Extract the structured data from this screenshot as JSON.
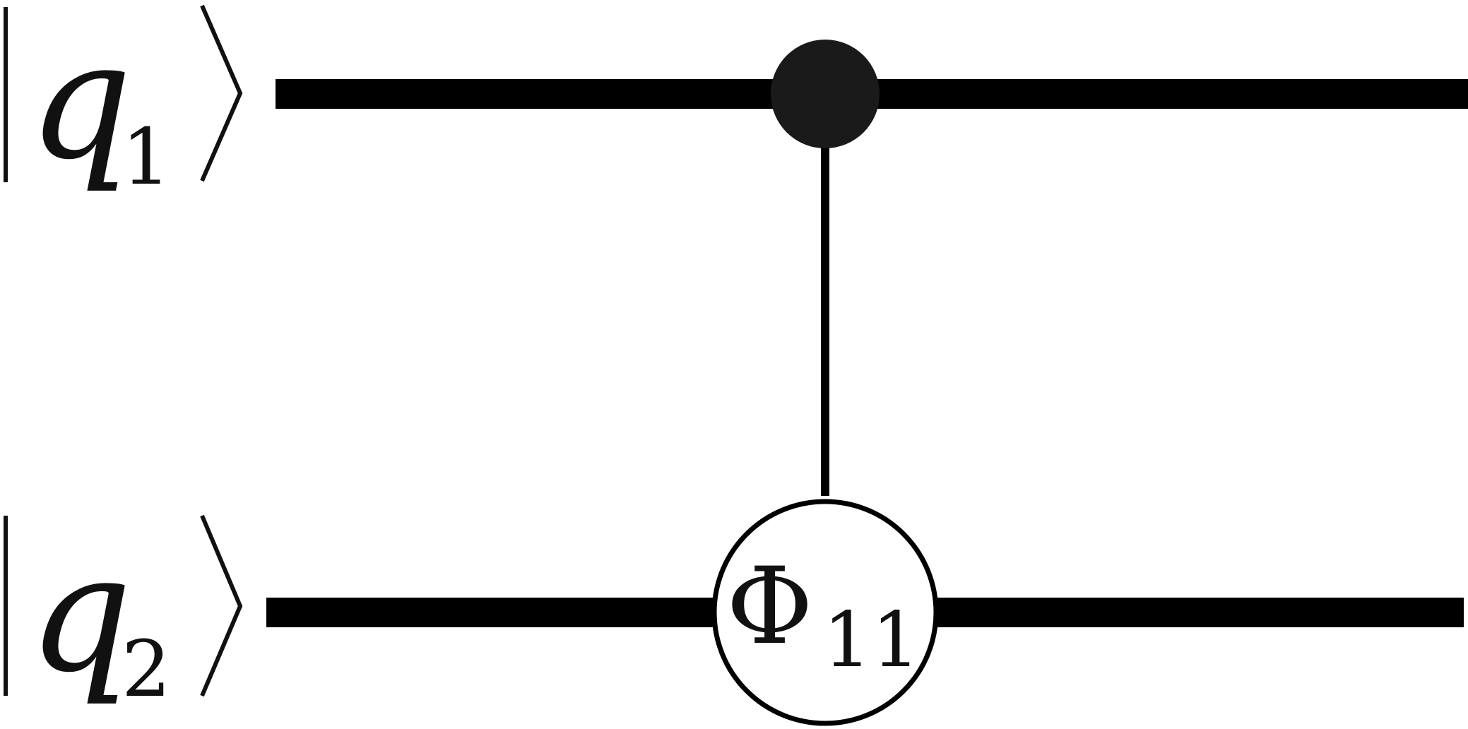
{
  "circuit": {
    "qubits": [
      {
        "variable": "q",
        "subscript": "1"
      },
      {
        "variable": "q",
        "subscript": "2"
      }
    ],
    "gate": {
      "type": "controlled-phase",
      "control_qubit": 1,
      "target_qubit": 2,
      "symbol": "Φ",
      "subscript": "11"
    },
    "colors": {
      "wire": "#000000",
      "control_dot": "#1a1a1a",
      "gate_fill": "#ffffff",
      "gate_stroke": "#000000",
      "text": "#111111"
    }
  }
}
